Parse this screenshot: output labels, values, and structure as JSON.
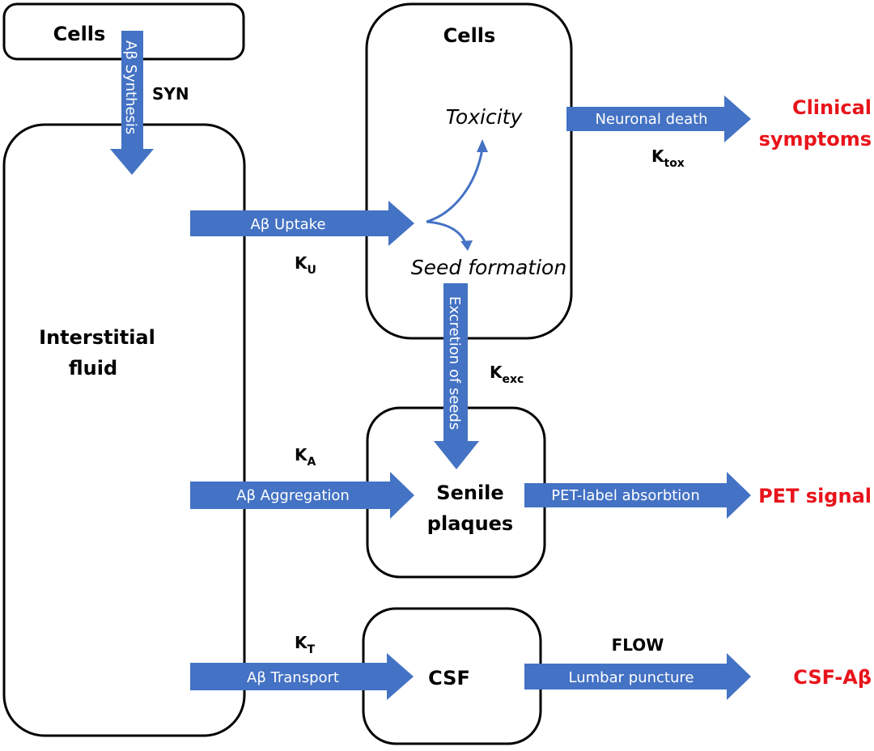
{
  "diagram": {
    "colors": {
      "arrow_fill": "#4472C4",
      "output_text": "#E8141B",
      "box_stroke": "#000000"
    },
    "boxes": {
      "cells_top": "Cells",
      "interstitial_fluid": [
        "Interstitial",
        "fluid"
      ],
      "cells_right": "Cells",
      "senile_plaques": [
        "Senile",
        "plaques"
      ],
      "csf": "CSF"
    },
    "cells_inner": {
      "toxicity": "Toxicity",
      "seed_formation": "Seed formation"
    },
    "arrows": {
      "synthesis": "Aβ Synthesis",
      "uptake": "Aβ Uptake",
      "neuronal_death": "Neuronal death",
      "excretion": "Excretion of seeds",
      "aggregation": "Aβ Aggregation",
      "pet_absorption": "PET-label absorbtion",
      "transport": "Aβ Transport",
      "lumbar_puncture": "Lumbar puncture"
    },
    "rates": {
      "syn": "SYN",
      "ku": {
        "base": "K",
        "sub": "U"
      },
      "ktox": {
        "base": "K",
        "sub": "tox"
      },
      "kexc": {
        "base": "K",
        "sub": "exc"
      },
      "ka": {
        "base": "K",
        "sub": "A"
      },
      "kt": {
        "base": "K",
        "sub": "T"
      },
      "flow": "FLOW"
    },
    "outputs": {
      "clinical_symptoms": [
        "Clinical",
        "symptoms"
      ],
      "pet_signal": "PET signal",
      "csf_abeta": "CSF-Aβ"
    }
  }
}
